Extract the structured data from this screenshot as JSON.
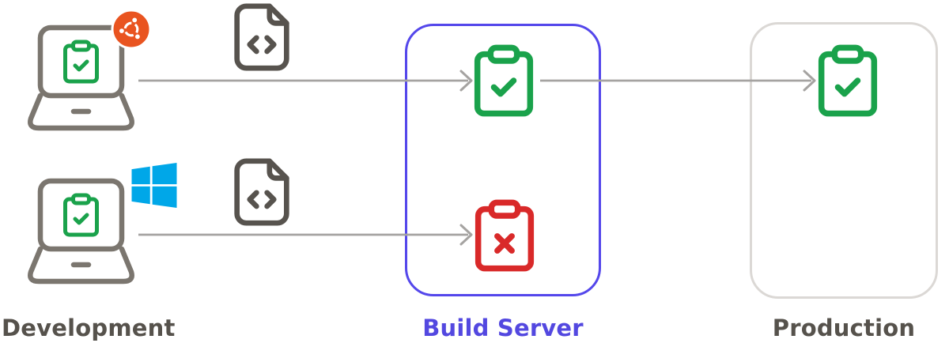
{
  "diagram_title": "Build pipeline from development machines through build server to production",
  "stages": {
    "development": {
      "label": "Development"
    },
    "build_server": {
      "label": "Build Server"
    },
    "production": {
      "label": "Production"
    }
  },
  "nodes": {
    "ubuntu_laptop": {
      "name": "ubuntu-laptop",
      "os": "Ubuntu",
      "badge": "ubuntu-logo",
      "screen_status": "success-clipboard-check"
    },
    "windows_laptop": {
      "name": "windows-laptop",
      "os": "Windows",
      "badge": "windows-logo",
      "screen_status": "success-clipboard-check"
    },
    "code_file_top": {
      "name": "code-file",
      "icon": "code-file-icon"
    },
    "code_file_bottom": {
      "name": "code-file",
      "icon": "code-file-icon"
    },
    "build_result_top": {
      "name": "build-success",
      "icon": "clipboard-check-icon",
      "status": "success"
    },
    "build_result_bottom": {
      "name": "build-failure",
      "icon": "clipboard-x-icon",
      "status": "failure"
    },
    "production_result": {
      "name": "deploy-success",
      "icon": "clipboard-check-icon",
      "status": "success"
    }
  },
  "flows": [
    {
      "from": "ubuntu-laptop",
      "via": "code-file",
      "to": "build-server-success-clipboard"
    },
    {
      "from": "windows-laptop",
      "via": "code-file",
      "to": "build-server-failure-clipboard"
    },
    {
      "from": "build-server-success-clipboard",
      "to": "production-clipboard"
    }
  ],
  "colors": {
    "success_green": "#1aa24b",
    "failure_red": "#d92929",
    "accent_indigo": "#5447eb",
    "accent_indigo_text": "#5348e0",
    "arrow_gray": "#a5a3a1",
    "icon_dark_gray": "#57534e",
    "laptop_gray": "#7b766f",
    "label_gray": "#56524c",
    "production_border": "#dbd8d5",
    "ubuntu_orange": "#e95420",
    "windows_blue": "#00a7e8"
  }
}
